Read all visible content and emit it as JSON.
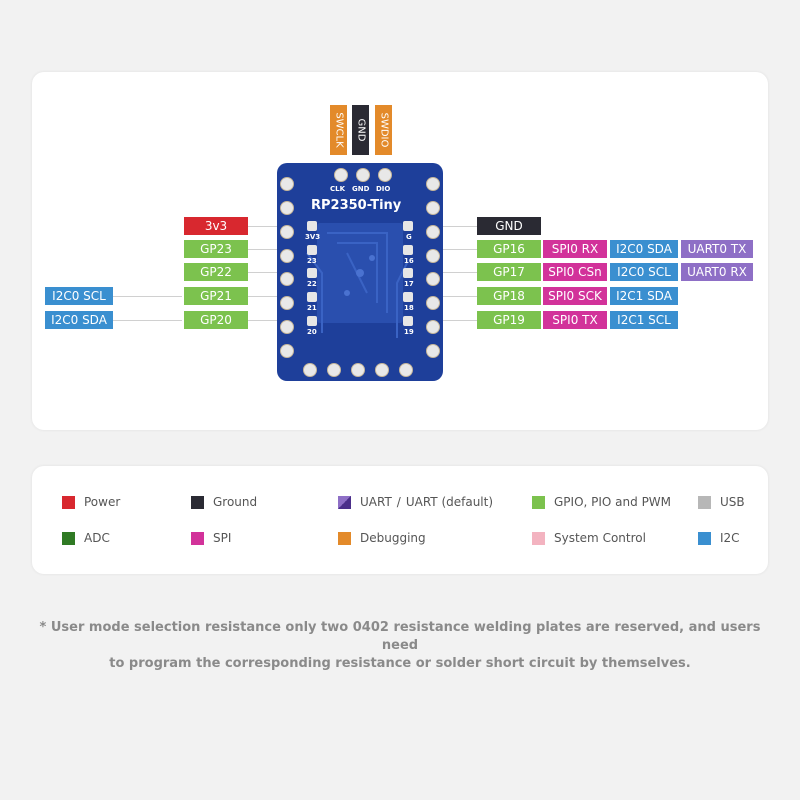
{
  "board": {
    "name": "RP2350-Tiny",
    "top_pin_labels": [
      "CLK",
      "GND",
      "DIO"
    ],
    "left_pin_numbers": [
      "3V3",
      "23",
      "22",
      "21",
      "20"
    ],
    "right_pin_numbers": [
      "G",
      "16",
      "17",
      "18",
      "19"
    ]
  },
  "debug_pins": [
    "SWCLK",
    "GND",
    "SWDIO"
  ],
  "left_pins": [
    "3v3",
    "GP23",
    "GP22",
    "GP21",
    "GP20"
  ],
  "left_funcs": [
    "I2C0 SCL",
    "I2C0 SDA"
  ],
  "right_pins": [
    "GND",
    "GP16",
    "GP17",
    "GP18",
    "GP19"
  ],
  "right_spi": [
    "SPI0 RX",
    "SPI0 CSn",
    "SPI0 SCK",
    "SPI0 TX"
  ],
  "right_i2c": [
    "I2C0 SDA",
    "I2C0 SCL",
    "I2C1 SDA",
    "I2C1 SCL"
  ],
  "right_uart": [
    "UART0 TX",
    "UART0 RX"
  ],
  "colors": {
    "power": "#d8282f",
    "ground": "#2a2a33",
    "uart": "#8e6fc6",
    "gpio": "#7cc24e",
    "usb": "#b7b7b7",
    "adc": "#2f7a24",
    "spi": "#d2329a",
    "debug": "#e38a2a",
    "system": "#f3b3c0",
    "i2c": "#3a8fd0",
    "board": "#1e3f9a"
  },
  "legend": {
    "power": "Power",
    "ground": "Ground",
    "uart": "UART",
    "uart_sep": "/",
    "uart_default": "UART (default)",
    "gpio": "GPIO, PIO and PWM",
    "usb": "USB",
    "adc": "ADC",
    "spi": "SPI",
    "debug": "Debugging",
    "system": "System Control",
    "i2c": "I2C"
  },
  "note": {
    "line1": "* User mode selection resistance only two 0402 resistance welding plates are reserved, and users need",
    "line2": "to program the corresponding resistance or solder short circuit by themselves."
  }
}
